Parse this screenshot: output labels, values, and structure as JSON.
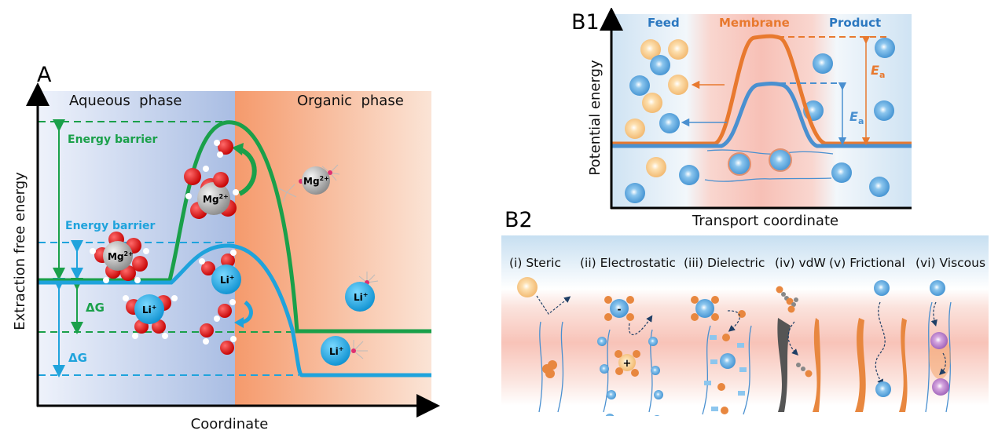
{
  "panelA": {
    "letter": "A",
    "x_axis_label": "Coordinate",
    "y_axis_label": "Extraction free energy",
    "phase_left": "Aqueous  phase",
    "phase_right": "Organic  phase",
    "barrier_label_mg": "Energy barrier",
    "barrier_label_li": "Energy barrier",
    "dg_label_mg": "ΔG",
    "dg_label_li": "ΔG",
    "ion_mg": "Mg",
    "ion_mg_charge": "2+",
    "ion_li": "Li",
    "ion_li_charge": "+",
    "colors": {
      "mg_curve": "#1aa04a",
      "li_curve": "#1fa3dc",
      "aqueous_bg": "#b7c6e6",
      "organic_bg": "#f4a27a"
    }
  },
  "panelB1": {
    "letter": "B1",
    "x_axis_label": "Transport coordinate",
    "y_axis_label": "Potential energy",
    "region_feed": "Feed",
    "region_membrane": "Membrane",
    "region_product": "Product",
    "ea_symbol": "E",
    "ea_sub": "a",
    "colors": {
      "high_barrier": "#e8792f",
      "low_barrier": "#4a90d0",
      "feed_label": "#2c78c0",
      "membrane_label": "#e8792f"
    }
  },
  "panelB2": {
    "letter": "B2",
    "mechanisms": [
      "(i) Steric",
      "(ii) Electrostatic",
      "(iii) Dielectric",
      "(iv) vdW",
      "(v) Frictional",
      "(vi) Viscous"
    ]
  }
}
